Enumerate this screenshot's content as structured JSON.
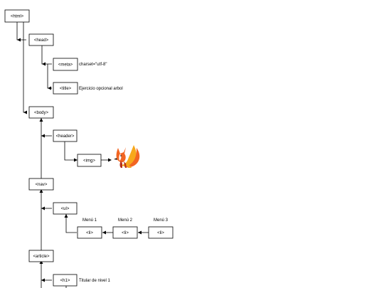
{
  "nodes": {
    "html": "<html>",
    "head": "<head>",
    "meta": "<meta>",
    "title": "<title>",
    "body": "<body>",
    "header": "<header>",
    "img": "<img>",
    "nav": "<nav>",
    "ul": "<ul>",
    "li1": "<li>",
    "li2": "<li>",
    "li3": "<li>",
    "article": "<article>",
    "h1": "<h1>"
  },
  "annotations": {
    "meta": "charset=\"utf-8\"",
    "title": "Ejercicio opcional arbol",
    "menu1": "Menú 1",
    "menu2": "Menú 2",
    "menu3": "Menú 3",
    "h1": "Titular de nivel 1"
  },
  "icons": {
    "logo": "flame-fox-logo"
  },
  "colors": {
    "line": "#000000",
    "logo_orange": "#f26522",
    "logo_yellow": "#f7a81b",
    "logo_dark": "#b8321a"
  }
}
